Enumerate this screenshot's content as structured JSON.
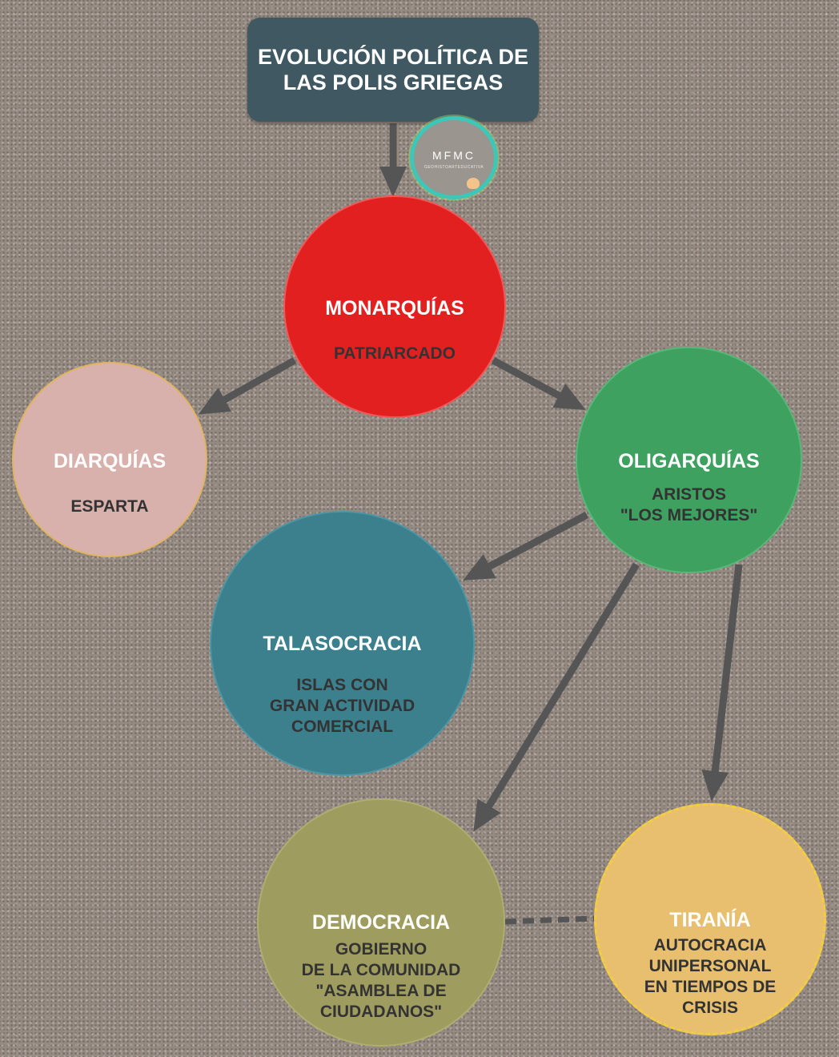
{
  "title": "EVOLUCIÓN POLÍTICA DE LAS POLIS GRIEGAS",
  "logo": {
    "text": "MFMC",
    "subtext": "GEOHISTOARTEDUCATIVA"
  },
  "nodes": {
    "monarquias": {
      "title": "MONARQUÍAS",
      "body": "PATRIARCADO",
      "color": "#e32020"
    },
    "diarquias": {
      "title": "DIARQUÍAS",
      "body": "ESPARTA",
      "color": "#d9b1ac"
    },
    "oligarquias": {
      "title": "OLIGARQUÍAS",
      "body": "ARISTOS\n\"LOS MEJORES\"",
      "color": "#3ea160"
    },
    "talasocracia": {
      "title": "TALASOCRACIA",
      "body": "ISLAS CON\nGRAN ACTIVIDAD\nCOMERCIAL",
      "color": "#3c7f8d"
    },
    "democracia": {
      "title": "DEMOCRACIA",
      "body": "GOBIERNO\nDE LA COMUNIDAD\n\"ASAMBLEA DE\nCIUDADANOS\"",
      "color": "#9f9c5f"
    },
    "tirania": {
      "title": "TIRANÍA",
      "body": "AUTOCRACIA\nUNIPERSONAL\nEN TIEMPOS DE\nCRISIS",
      "color": "#e7bf6e"
    }
  },
  "arrow_color": "#555555"
}
